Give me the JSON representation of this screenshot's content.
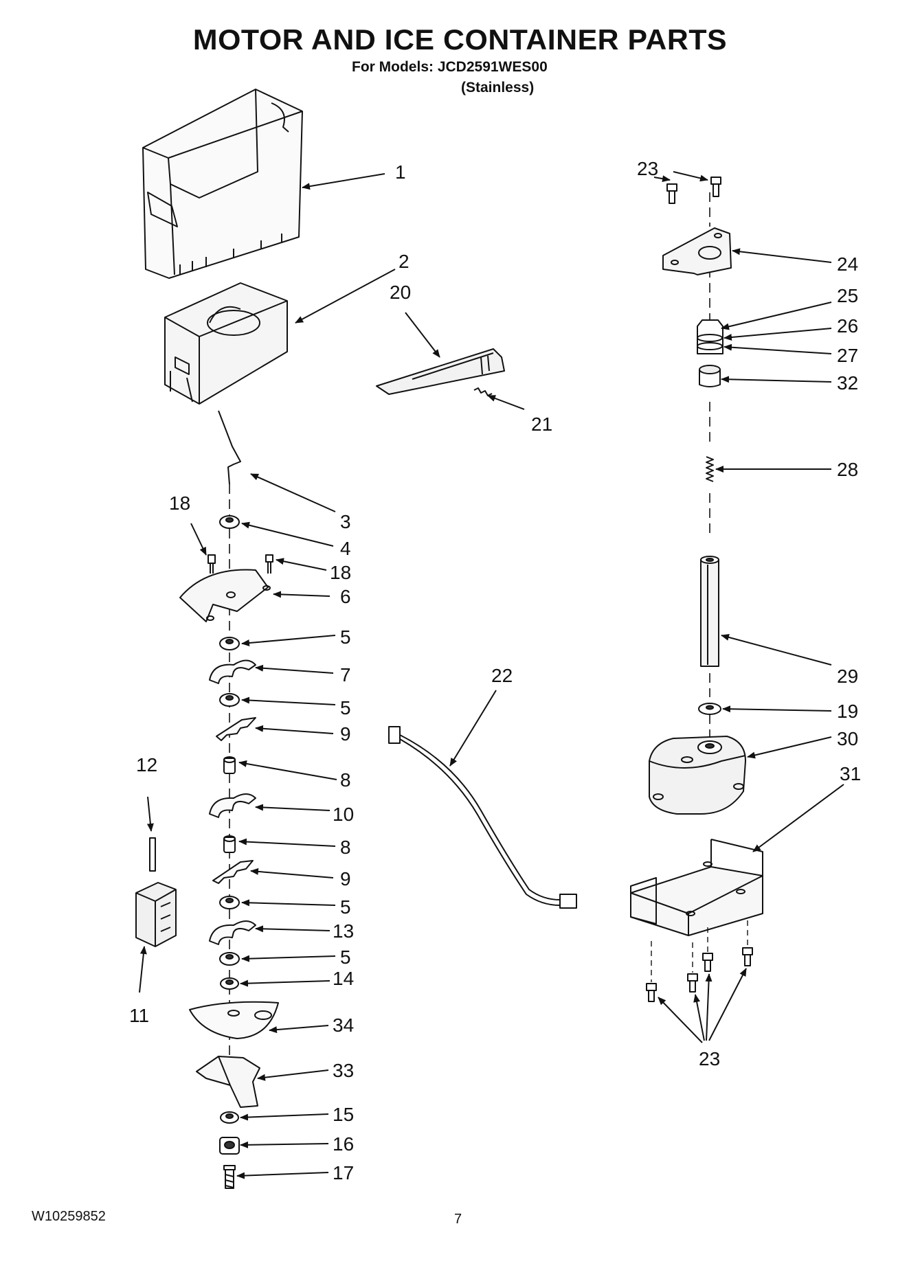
{
  "title": "MOTOR AND ICE CONTAINER PARTS",
  "models_line": "For Models: JCD2591WES00",
  "variant": "(Stainless)",
  "doc_number": "W10259852",
  "page_number": "7",
  "callouts": {
    "c1": "1",
    "c2": "2",
    "c3": "3",
    "c4": "4",
    "c5a": "5",
    "c5b": "5",
    "c5c": "5",
    "c5d": "5",
    "c6": "6",
    "c7": "7",
    "c8a": "8",
    "c8b": "8",
    "c9a": "9",
    "c9b": "9",
    "c10": "10",
    "c11": "11",
    "c12": "12",
    "c13": "13",
    "c14": "14",
    "c15": "15",
    "c16": "16",
    "c17": "17",
    "c18a": "18",
    "c18b": "18",
    "c19": "19",
    "c20": "20",
    "c21": "21",
    "c22": "22",
    "c23a": "23",
    "c23b": "23",
    "c24": "24",
    "c25": "25",
    "c26": "26",
    "c27": "27",
    "c28": "28",
    "c29": "29",
    "c30": "30",
    "c31": "31",
    "c32": "32",
    "c33": "33",
    "c34": "34"
  }
}
